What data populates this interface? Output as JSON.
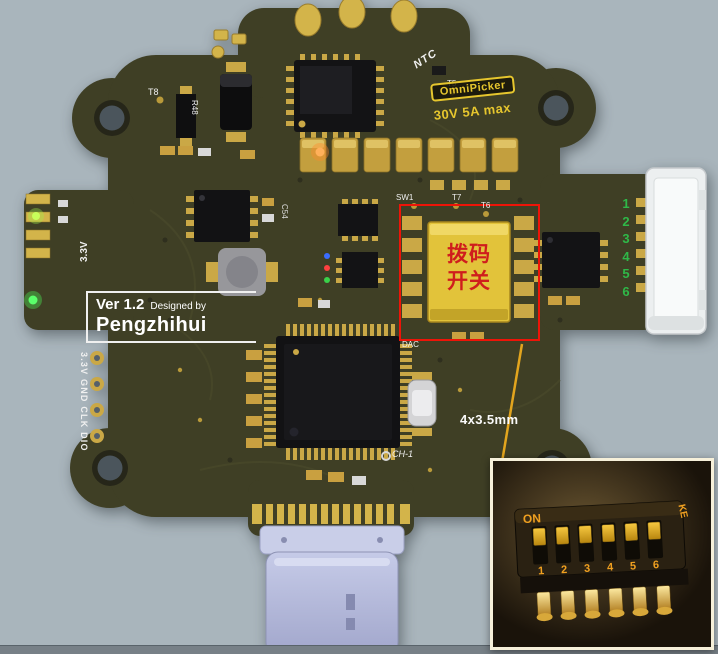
{
  "colors": {
    "background": "#a9b5bc",
    "board_green": "#3f3f25",
    "pad_gold": "#d3b44a",
    "annotation_red": "#ee1408",
    "silkscreen_white": "#f0f0f0",
    "badge_yellow": "#e6c62e",
    "pin_number_green": "#2fb848",
    "leader_yellow": "#e2a51e",
    "dip_body_yellow": "#e2c33a",
    "dip_text_red": "#cf1d1d",
    "inset_orange": "#f0a020",
    "usb_lavender": "#b4b9da"
  },
  "board": {
    "labels": {
      "t8": "T8",
      "r48": "R48",
      "ntc": "NTC",
      "t5": "T5",
      "sw1": "SW1",
      "t7": "T7",
      "t6": "T6",
      "c54": "C54",
      "v33": "3.3V",
      "dac": "DAC",
      "ch1": "CH-1",
      "header_pins": "3.3V GND CLK DIO"
    },
    "badge": {
      "brand": "OmniPicker",
      "rating": "30V 5A max"
    },
    "version_box": {
      "version": "Ver 1.2",
      "designed_by": "Designed by",
      "author": "Pengzhihui"
    },
    "dip_switch": {
      "line1": "拨码",
      "line2": "开关"
    },
    "connector_pins": [
      "1",
      "2",
      "3",
      "4",
      "5",
      "6"
    ],
    "annotation": {
      "dimension": "4x3.5mm"
    }
  },
  "inset": {
    "on_label": "ON",
    "ke_label": "KE",
    "pin_numbers": [
      "1",
      "2",
      "3",
      "4",
      "5",
      "6"
    ]
  }
}
